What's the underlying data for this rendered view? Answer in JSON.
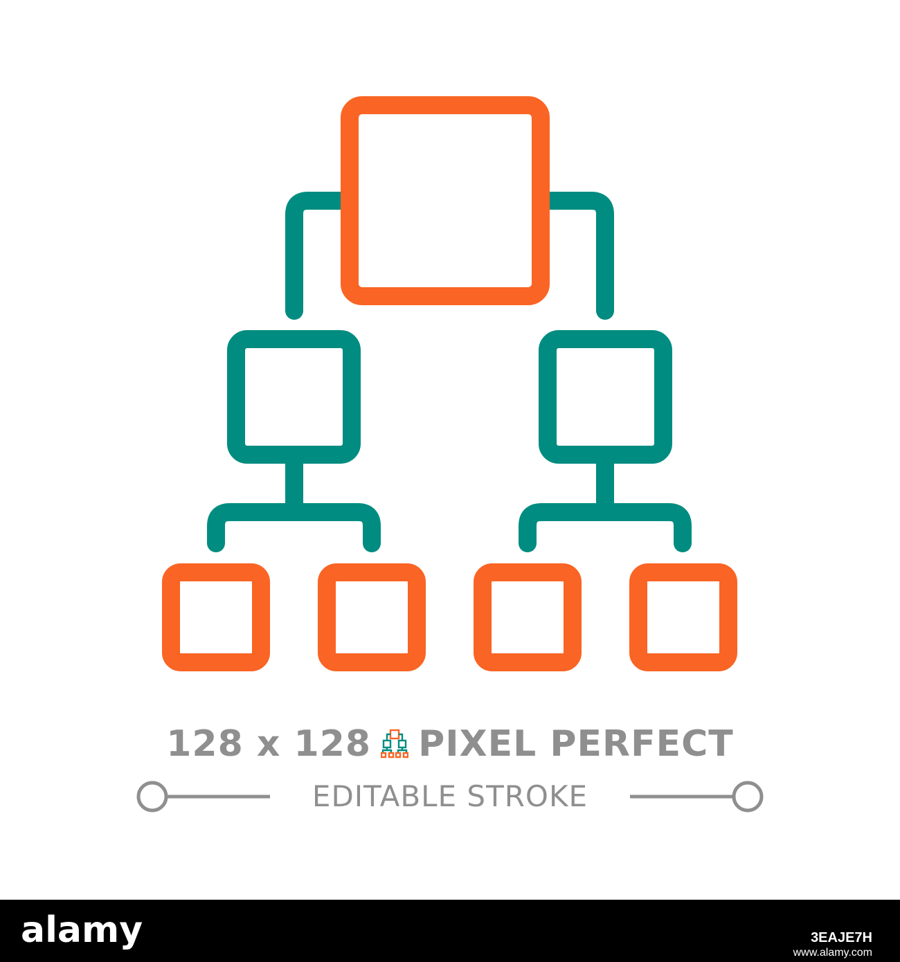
{
  "colors": {
    "accent": "#fa6424",
    "secondary": "#008c80",
    "text": "#8f8f8f",
    "footer_bg": "#000000"
  },
  "icon": {
    "name": "hierarchy-icon"
  },
  "caption": {
    "size_left": "128 x 128",
    "quality": "PIXEL PERFECT",
    "stroke_label": "EDITABLE STROKE"
  },
  "footer": {
    "logo": "alamy",
    "image_id": "3EAJE7H",
    "url": "www.alamy.com"
  }
}
